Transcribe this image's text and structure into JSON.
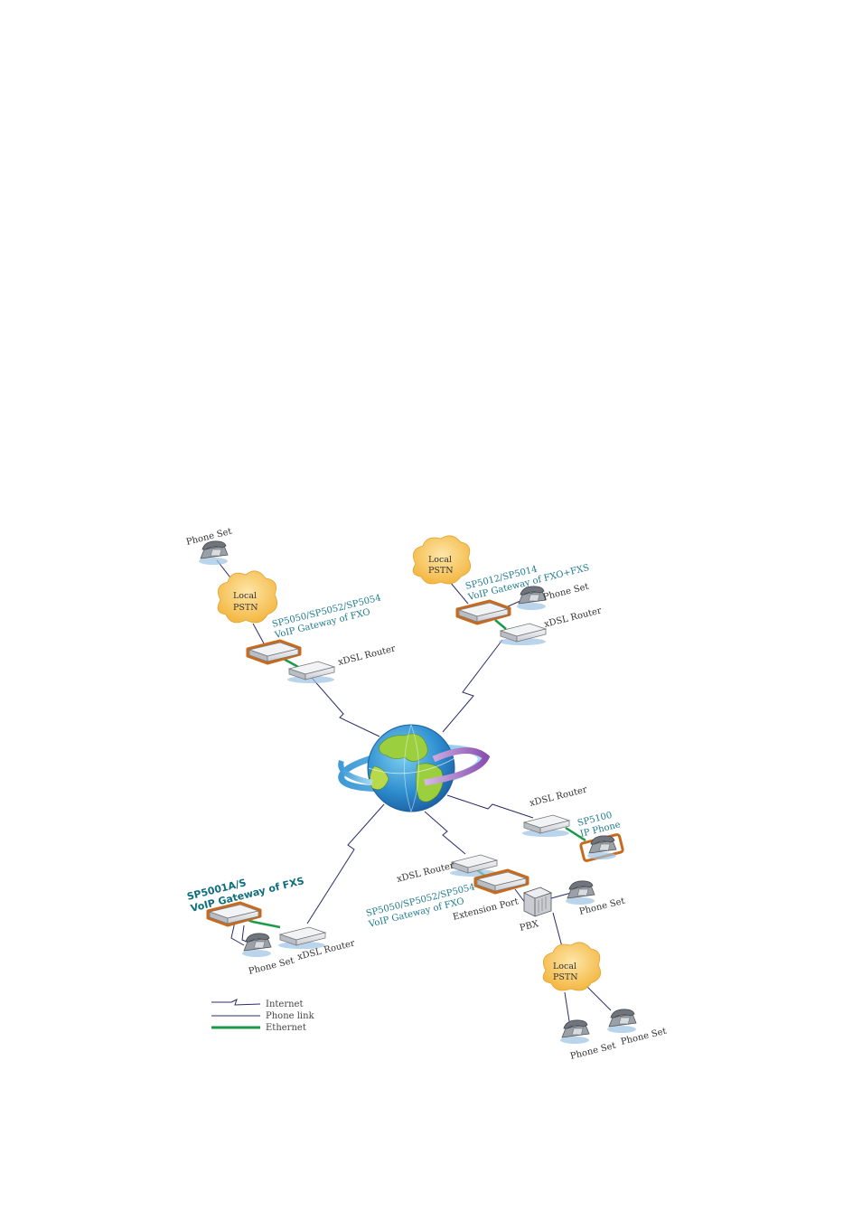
{
  "diagram": {
    "clouds": {
      "top_left": [
        "Local",
        "PSTN"
      ],
      "top_right": [
        "Local",
        "PSTN"
      ],
      "bottom": [
        "Local",
        "PSTN"
      ]
    },
    "labels": {
      "phone_set_tl": "Phone Set",
      "gw_top_left_line1": "SP5050/SP5052/SP5054",
      "gw_top_left_line2": "VoIP Gateway of FXO",
      "router_top_left": "xDSL Router",
      "gw_top_right_line1": "SP5012/SP5014",
      "gw_top_right_line2": "VoIP Gateway of FXO+FXS",
      "phone_set_tr": "Phone Set",
      "router_top_right": "xDSL Router",
      "router_right": "xDSL Router",
      "ipphone_line1": "SP5100",
      "ipphone_line2": "IP Phone",
      "router_center": "xDSL Router",
      "gw_center_line1": "SP5050/SP5052/SP5054",
      "gw_center_line2": "VoIP Gateway of FXO",
      "extension_port": "Extension Port",
      "pbx": "PBX",
      "phone_set_pbx": "Phone Set",
      "gw_fxs_line1": "SP5001A/S",
      "gw_fxs_line2": "VoIP Gateway of FXS",
      "phone_set_bl": "Phone Set",
      "router_bottom_left": "xDSL Router",
      "phone_set_b1": "Phone Set",
      "phone_set_b2": "Phone Set"
    },
    "legend": {
      "internet": "Internet",
      "phone_link": "Phone link",
      "ethernet": "Ethernet"
    },
    "colors": {
      "internet_line": "#2b2b6b",
      "phone_line": "#2b2b6b",
      "ethernet_line": "#1a9a4a",
      "gateway_outline": "#c8691c",
      "label_teal": "#1f7a8c",
      "cloud_fill": "#f7c766"
    }
  }
}
